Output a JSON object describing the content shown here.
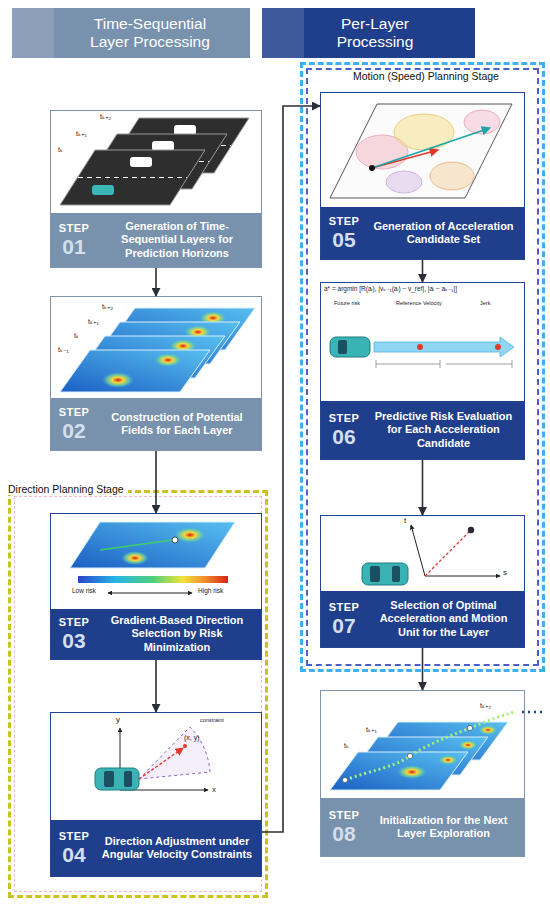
{
  "diagram": {
    "nodes": [
      {
        "text": [
          "STEP",
          "01",
          "Generation of Time-Sequential Layers for Prediction Horizons"
        ]
      },
      {
        "text": [
          "STEP",
          "02",
          "Construction of Potential Fields for Each Layer"
        ]
      },
      {
        "text": [
          "Direction Planning Stage"
        ]
      },
      {
        "text": [
          "STEP",
          "03",
          "Gradient-Based Direction Selection by Risk Minimization"
        ],
        "in": 2
      },
      {
        "text": [
          "STEP",
          "04",
          "Direction Adjustment under Angular Velocity Constraints"
        ],
        "in": 2
      },
      {
        "text": [
          "Motion (Speed) Planning Stage"
        ]
      },
      {
        "text": [
          "STEP",
          "05",
          "Generation of Acceleration Candidate Set"
        ],
        "in": 5
      },
      {
        "text": [
          "STEP",
          "06",
          "Predictive Risk Evaluation for Each Acceleration Candidate"
        ],
        "in": 5
      },
      {
        "text": [
          "STEP",
          "07",
          "Selection of Optimal Acceleration and Motion Unit for the Layer"
        ],
        "in": 5
      },
      {
        "text": [
          "STEP",
          "08",
          "Initialization for the Next Layer Exploration"
        ]
      }
    ],
    "edges": [
      {
        "from": 0,
        "to": 1,
        "arrow": "to"
      },
      {
        "from": 1,
        "to": 3,
        "arrow": "to"
      },
      {
        "from": 3,
        "to": 4,
        "arrow": "to"
      },
      {
        "from": 4,
        "to": 6,
        "arrow": "to"
      },
      {
        "from": 6,
        "to": 7,
        "arrow": "to"
      },
      {
        "from": 7,
        "to": 8,
        "arrow": "to"
      },
      {
        "from": 8,
        "to": 9,
        "arrow": "to"
      }
    ],
    "labels": [
      "tₖ",
      "tₖ₊₁",
      "tₖ₊₂",
      "tₖ₋₁",
      "tₖ",
      "tₖ₊₁",
      "tₖ₊₂",
      "Low risk",
      "High risk",
      "y",
      "x",
      "(x, y)",
      "constraint",
      "a* = argmin [R(aᵢ), |vₖ₋₁(aᵢ) − v_ref|, |aᵢ − aₖ₋₁|]",
      "Future risk",
      "Reference Velocity",
      "Jerk",
      "t",
      "s",
      "tₖ",
      "tₖ₊₁",
      "tₖ₊₂"
    ],
    "legend": [
      {
        "text": "Time-Sequential Layer Processing",
        "color": "#7891ad"
      },
      {
        "text": "Per-Layer Processing",
        "color": "#1f3e8c"
      }
    ]
  }
}
